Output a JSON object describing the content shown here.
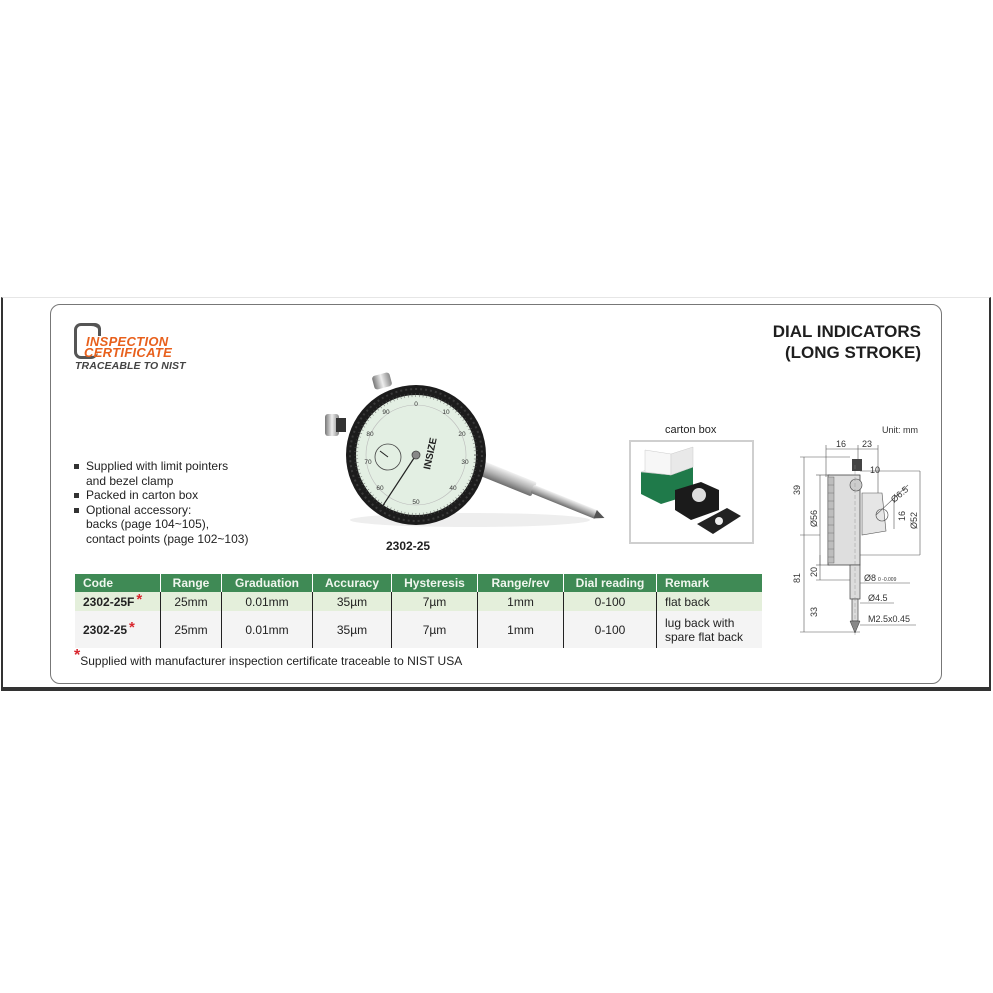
{
  "logo": {
    "line1": "INSPECTION",
    "line2": "CERTIFICATE",
    "line3": "TRACEABLE TO NIST",
    "accent_color": "#e8601c"
  },
  "title": {
    "line1": "DIAL INDICATORS",
    "line2": "(LONG STROKE)"
  },
  "features": [
    {
      "text": "Supplied with limit pointers and bezel clamp"
    },
    {
      "text": "Packed in carton box"
    },
    {
      "text": "Optional accessory: backs (page 104~105), contact points (page 102~103)"
    }
  ],
  "features_lines": {
    "f1a": "Supplied with limit pointers",
    "f1b": "and bezel clamp",
    "f2": "Packed in carton box",
    "f3a": "Optional accessory:",
    "f3b": "backs (page 104~105),",
    "f3c": "contact points (page 102~103)"
  },
  "product": {
    "caption": "2302-25",
    "image": "dial-indicator-image"
  },
  "carton": {
    "label": "carton box",
    "image": "carton-box-image"
  },
  "drawing": {
    "unit": "Unit: mm",
    "dims": {
      "d16": "16",
      "d23": "23",
      "d10": "10",
      "d39": "39",
      "d56": "Ø56",
      "d65": "Ø6.5",
      "d16v": "16",
      "d52": "Ø52",
      "d81": "81",
      "d20": "20",
      "d8": "Ø8",
      "d8tol": "0 -0.009",
      "d45": "Ø4.5",
      "d33": "33",
      "thread": "M2.5x0.45"
    }
  },
  "table": {
    "header_color": "#3f8a55",
    "row1_color": "#e4efdb",
    "headers": [
      "Code",
      "Range",
      "Graduation",
      "Accuracy",
      "Hysteresis",
      "Range/rev",
      "Dial reading",
      "Remark"
    ],
    "rows": [
      {
        "code": "2302-25F",
        "star": "*",
        "range": "25mm",
        "graduation": "0.01mm",
        "accuracy": "35µm",
        "hysteresis": "7µm",
        "range_rev": "1mm",
        "dial_reading": "0-100",
        "remark_a": "flat back",
        "remark_b": ""
      },
      {
        "code": "2302-25",
        "star": "*",
        "range": "25mm",
        "graduation": "0.01mm",
        "accuracy": "35µm",
        "hysteresis": "7µm",
        "range_rev": "1mm",
        "dial_reading": "0-100",
        "remark_a": "lug back with",
        "remark_b": "spare flat back"
      }
    ]
  },
  "footnote": {
    "star": "*",
    "text": "Supplied with manufacturer inspection certificate traceable to NIST USA"
  }
}
